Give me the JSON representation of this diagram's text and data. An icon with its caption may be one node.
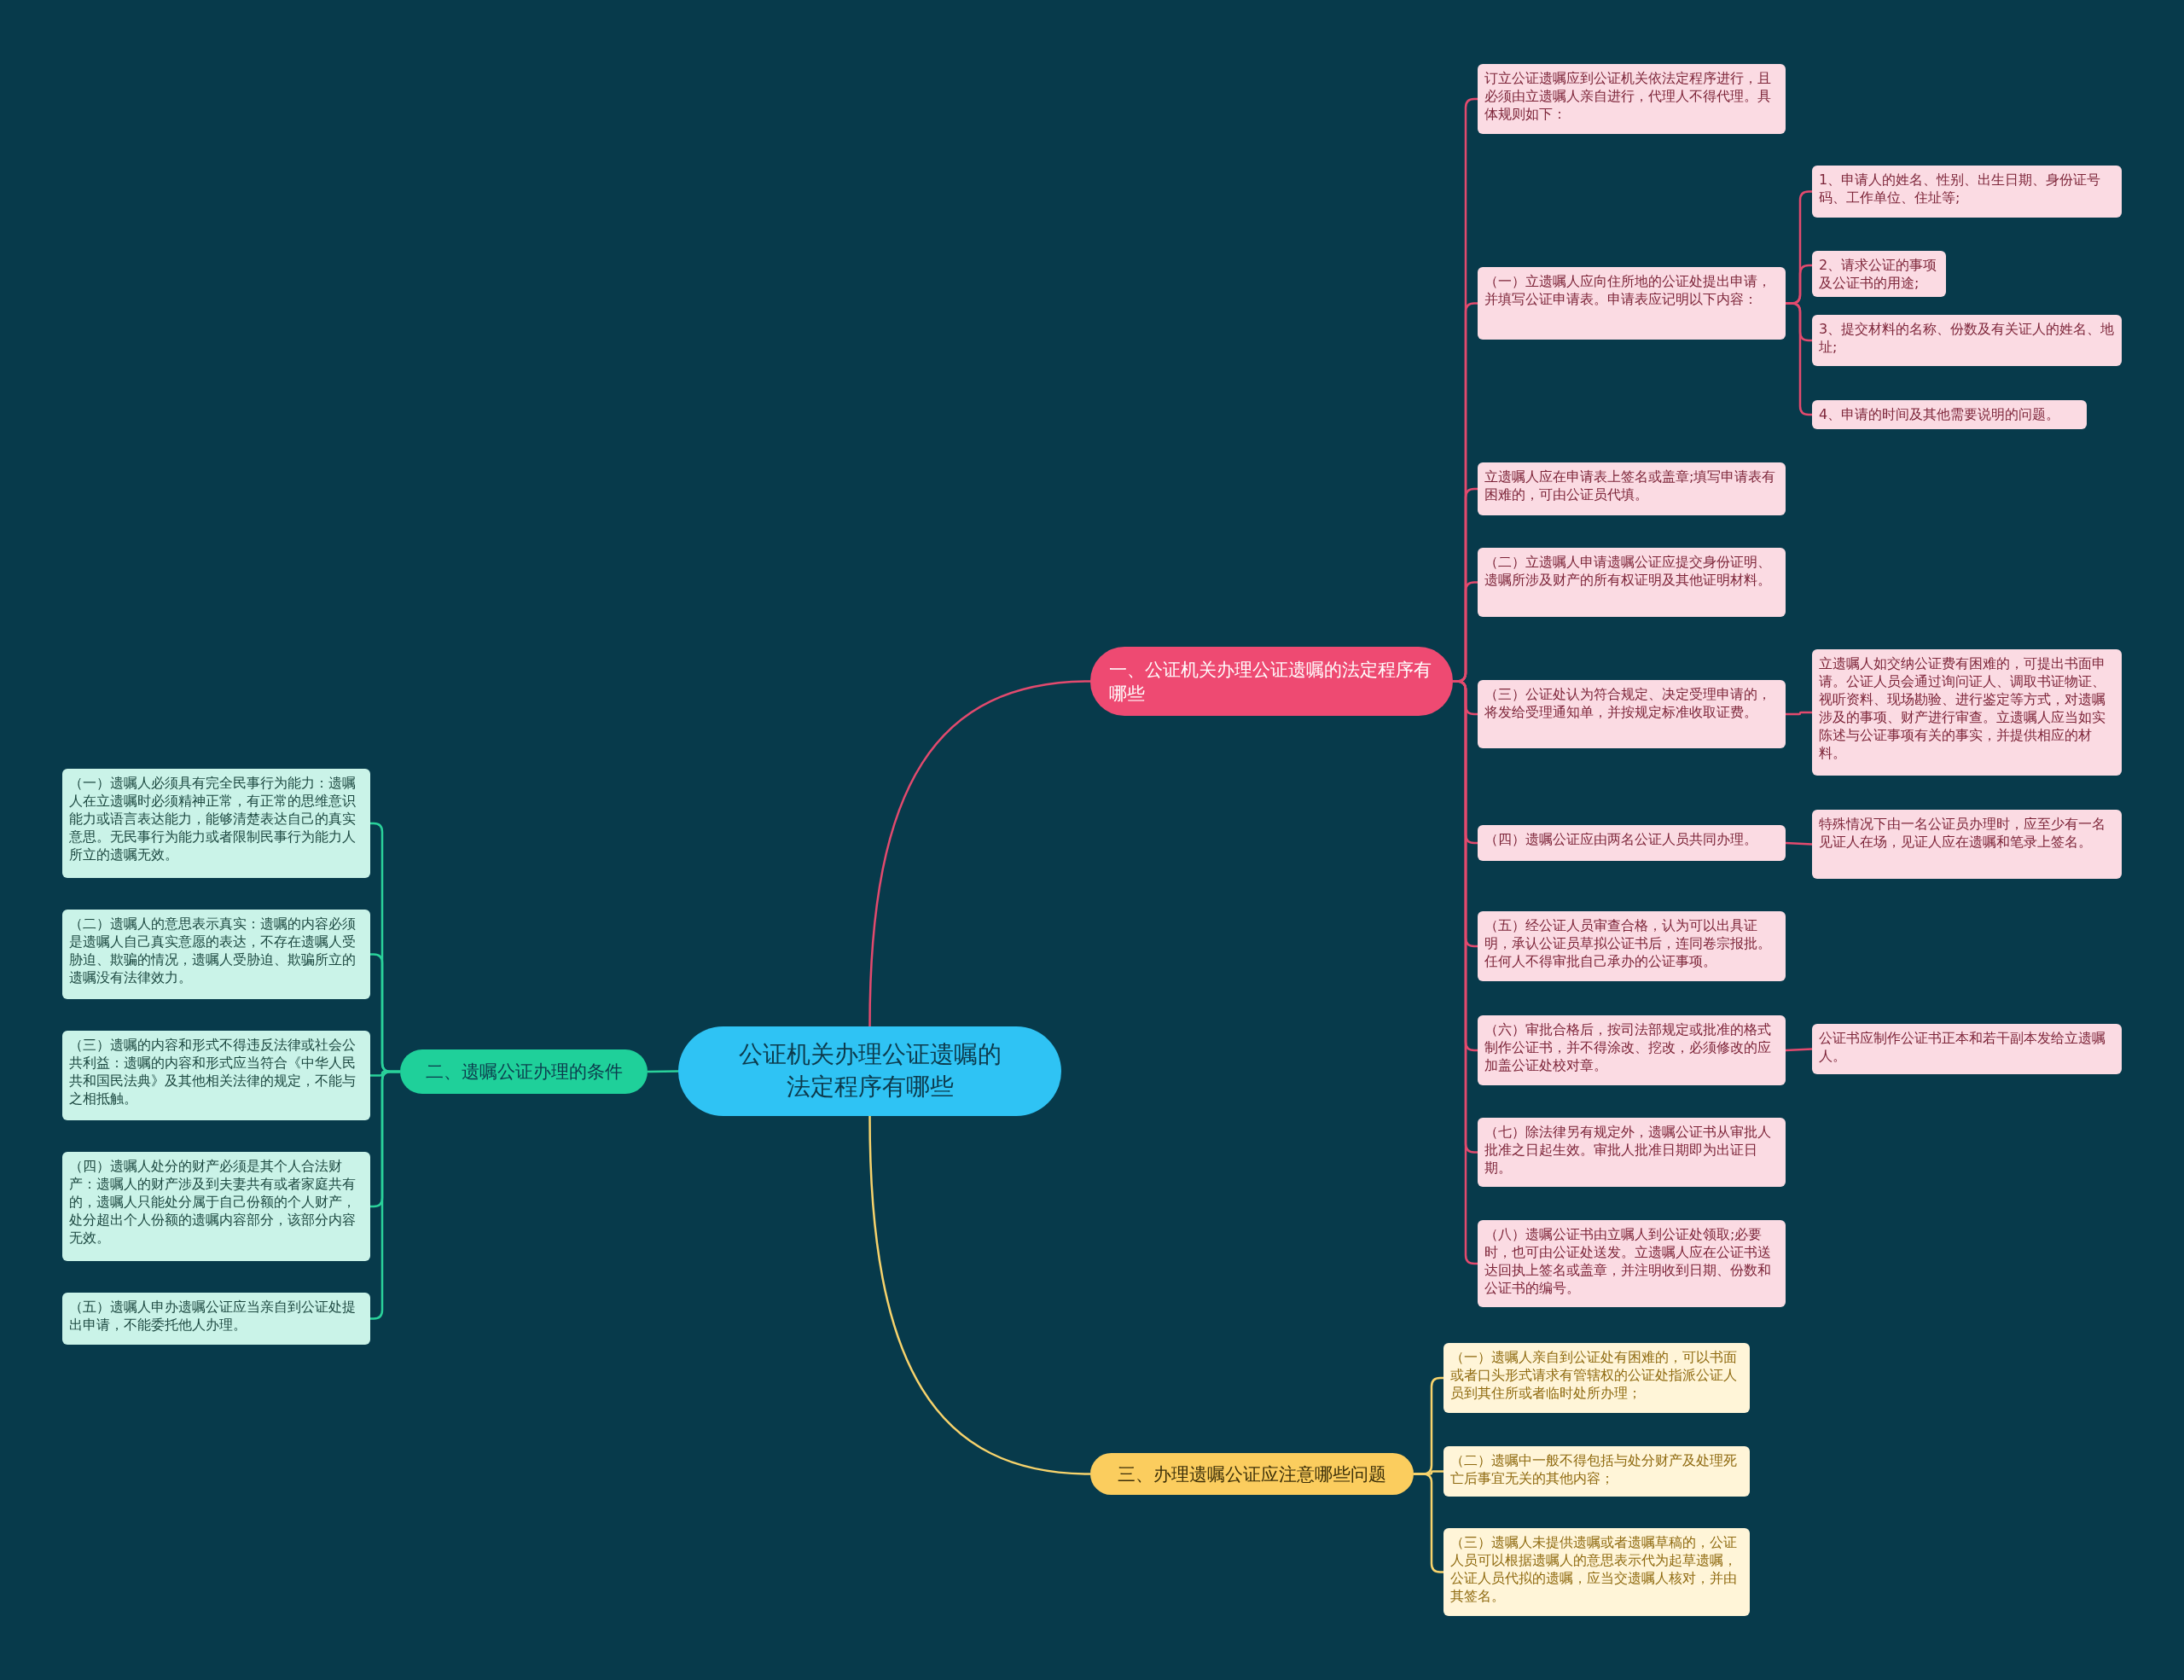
{
  "diagram": {
    "nodes": [
      {
        "text": [
          "公证机关办理公证遗嘱的法定程序有哪些"
        ]
      },
      {
        "text": [
          "一、公证机关办理公证遗嘱的法定程序有哪些"
        ]
      },
      {
        "text": [
          "订立公证遗嘱应到公证机关依法定程序进行，且必须由立遗嘱人亲自进行，代理人不得代理。具体规则如下："
        ]
      },
      {
        "text": [
          "（一）立遗嘱人应向住所地的公证处提出申请，并填写公证申请表。申请表应记明以下内容："
        ]
      },
      {
        "text": [
          "1、申请人的姓名、性别、出生日期、身份证号码、工作单位、住址等;"
        ]
      },
      {
        "text": [
          "2、请求公证的事项及公证书的用途;"
        ]
      },
      {
        "text": [
          "3、提交材料的名称、份数及有关证人的姓名、地址;"
        ]
      },
      {
        "text": [
          "4、申请的时间及其他需要说明的问题。"
        ]
      },
      {
        "text": [
          "立遗嘱人应在申请表上签名或盖章;填写申请表有困难的，可由公证员代填。"
        ]
      },
      {
        "text": [
          "（二）立遗嘱人申请遗嘱公证应提交身份证明、遗嘱所涉及财产的所有权证明及其他证明材料。"
        ]
      },
      {
        "text": [
          "（三）公证处认为符合规定、决定受理申请的，将发给受理通知单，并按规定标准收取证费。"
        ]
      },
      {
        "text": [
          "立遗嘱人如交纳公证费有困难的，可提出书面申请。公证人员会通过询问证人、调取书证物证、视听资料、现场勘验、进行鉴定等方式，对遗嘱涉及的事项、财产进行审查。立遗嘱人应当如实陈述与公证事项有关的事实，并提供相应的材料。"
        ]
      },
      {
        "text": [
          "（四）遗嘱公证应由两名公证人员共同办理。"
        ]
      },
      {
        "text": [
          "特殊情况下由一名公证员办理时，应至少有一名见证人在场，见证人应在遗嘱和笔录上签名。"
        ]
      },
      {
        "text": [
          "（五）经公证人员审查合格，认为可以出具证明，承认公证员草拟公证书后，连同卷宗报批。任何人不得审批自己承办的公证事项。"
        ]
      },
      {
        "text": [
          "（六）审批合格后，按司法部规定或批准的格式制作公证书，并不得涂改、挖改，必须修改的应加盖公证处校对章。"
        ]
      },
      {
        "text": [
          "公证书应制作公证书正本和若干副本发给立遗嘱人。"
        ]
      },
      {
        "text": [
          "（七）除法律另有规定外，遗嘱公证书从审批人批准之日起生效。审批人批准日期即为出证日期。"
        ]
      },
      {
        "text": [
          "（八）遗嘱公证书由立嘱人到公证处领取;必要时，也可由公证处送发。立遗嘱人应在公证书送达回执上签名或盖章，并注明收到日期、份数和公证书的编号。"
        ]
      },
      {
        "text": [
          "二、遗嘱公证办理的条件"
        ]
      },
      {
        "text": [
          "（一）遗嘱人必须具有完全民事行为能力：遗嘱人在立遗嘱时必须精神正常，有正常的思维意识能力或语言表达能力，能够清楚表达自己的真实意思。无民事行为能力或者限制民事行为能力人所立的遗嘱无效。"
        ]
      },
      {
        "text": [
          "（二）遗嘱人的意思表示真实：遗嘱的内容必须是遗嘱人自己真实意愿的表达，不存在遗嘱人受胁迫、欺骗的情况，遗嘱人受胁迫、欺骗所立的遗嘱没有法律效力。"
        ]
      },
      {
        "text": [
          "（三）遗嘱的内容和形式不得违反法律或社会公共利益：遗嘱的内容和形式应当符合《中华人民共和国民法典》及其他相关法律的规定，不能与之相抵触。"
        ]
      },
      {
        "text": [
          "（四）遗嘱人处分的财产必须是其个人合法财产：遗嘱人的财产涉及到夫妻共有或者家庭共有的，遗嘱人只能处分属于自己份额的个人财产，处分超出个人份额的遗嘱内容部分，该部分内容无效。"
        ]
      },
      {
        "text": [
          "（五）遗嘱人申办遗嘱公证应当亲自到公证处提出申请，不能委托他人办理。"
        ]
      },
      {
        "text": [
          "三、办理遗嘱公证应注意哪些问题"
        ]
      },
      {
        "text": [
          "（一）遗嘱人亲自到公证处有困难的，可以书面或者口头形式请求有管辖权的公证处指派公证人员到其住所或者临时处所办理；"
        ]
      },
      {
        "text": [
          "（二）遗嘱中一般不得包括与处分财产及处理死亡后事宜无关的其他内容；"
        ]
      },
      {
        "text": [
          "（三）遗嘱人未提供遗嘱或者遗嘱草稿的，公证人员可以根据遗嘱人的意思表示代为起草遗嘱，公证人员代拟的遗嘱，应当交遗嘱人核对，并由其签名。"
        ]
      }
    ],
    "edges": [
      {
        "from": 0,
        "to": 1,
        "arrow": "none"
      },
      {
        "from": 1,
        "to": 2,
        "arrow": "none"
      },
      {
        "from": 1,
        "to": 3,
        "arrow": "none"
      },
      {
        "from": 3,
        "to": 4,
        "arrow": "none"
      },
      {
        "from": 3,
        "to": 5,
        "arrow": "none"
      },
      {
        "from": 3,
        "to": 6,
        "arrow": "none"
      },
      {
        "from": 3,
        "to": 7,
        "arrow": "none"
      },
      {
        "from": 1,
        "to": 8,
        "arrow": "none"
      },
      {
        "from": 1,
        "to": 9,
        "arrow": "none"
      },
      {
        "from": 1,
        "to": 10,
        "arrow": "none"
      },
      {
        "from": 10,
        "to": 11,
        "arrow": "none"
      },
      {
        "from": 1,
        "to": 12,
        "arrow": "none"
      },
      {
        "from": 12,
        "to": 13,
        "arrow": "none"
      },
      {
        "from": 1,
        "to": 14,
        "arrow": "none"
      },
      {
        "from": 1,
        "to": 15,
        "arrow": "none"
      },
      {
        "from": 15,
        "to": 16,
        "arrow": "none"
      },
      {
        "from": 1,
        "to": 17,
        "arrow": "none"
      },
      {
        "from": 1,
        "to": 18,
        "arrow": "none"
      },
      {
        "from": 0,
        "to": 19,
        "arrow": "none",
        "color": "#2ad19a"
      },
      {
        "from": 19,
        "to": 20,
        "arrow": "none",
        "color": "#2ad19a"
      },
      {
        "from": 19,
        "to": 21,
        "arrow": "none",
        "color": "#2ad19a"
      },
      {
        "from": 19,
        "to": 22,
        "arrow": "none",
        "color": "#2ad19a"
      },
      {
        "from": 19,
        "to": 23,
        "arrow": "none",
        "color": "#2ad19a"
      },
      {
        "from": 19,
        "to": 24,
        "arrow": "none",
        "color": "#2ad19a"
      },
      {
        "from": 0,
        "to": 25,
        "arrow": "none",
        "color": "#f7d36c"
      },
      {
        "from": 25,
        "to": 26,
        "arrow": "none",
        "color": "#f7d36c"
      },
      {
        "from": 25,
        "to": 27,
        "arrow": "none",
        "color": "#f7d36c"
      },
      {
        "from": 25,
        "to": 28,
        "arrow": "none",
        "color": "#f7d36c"
      }
    ]
  }
}
